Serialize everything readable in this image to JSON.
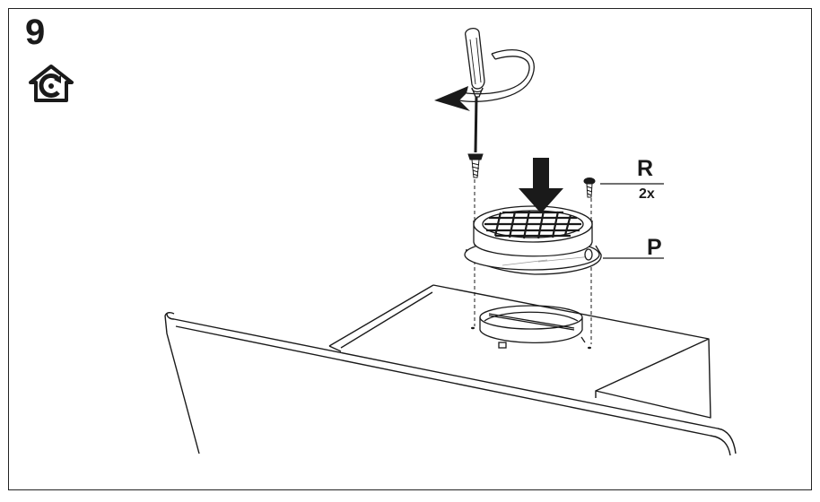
{
  "step": {
    "number": "9"
  },
  "mode_icon": {
    "name": "recirculation-mode-icon",
    "color": "#1a1a1a"
  },
  "labels": {
    "screw": "R",
    "screw_quantity": "2x",
    "filter": "P"
  },
  "colors": {
    "line": "#1a1a1a",
    "background": "#ffffff",
    "hatch": "#9a9a9a"
  }
}
